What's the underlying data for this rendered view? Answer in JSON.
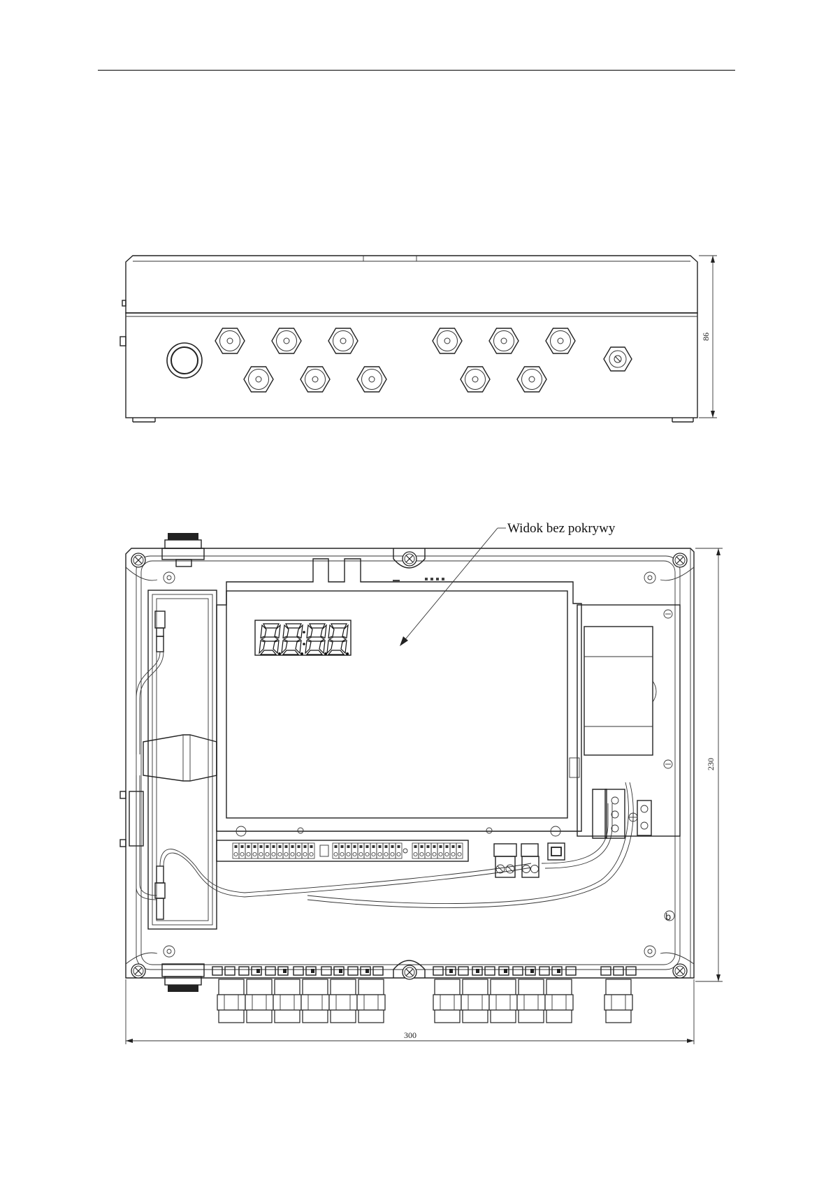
{
  "drawing": {
    "callout_label": "Widok bez pokrywy",
    "dim_front_height": "86",
    "dim_top_height": "230",
    "dim_top_width": "300"
  }
}
